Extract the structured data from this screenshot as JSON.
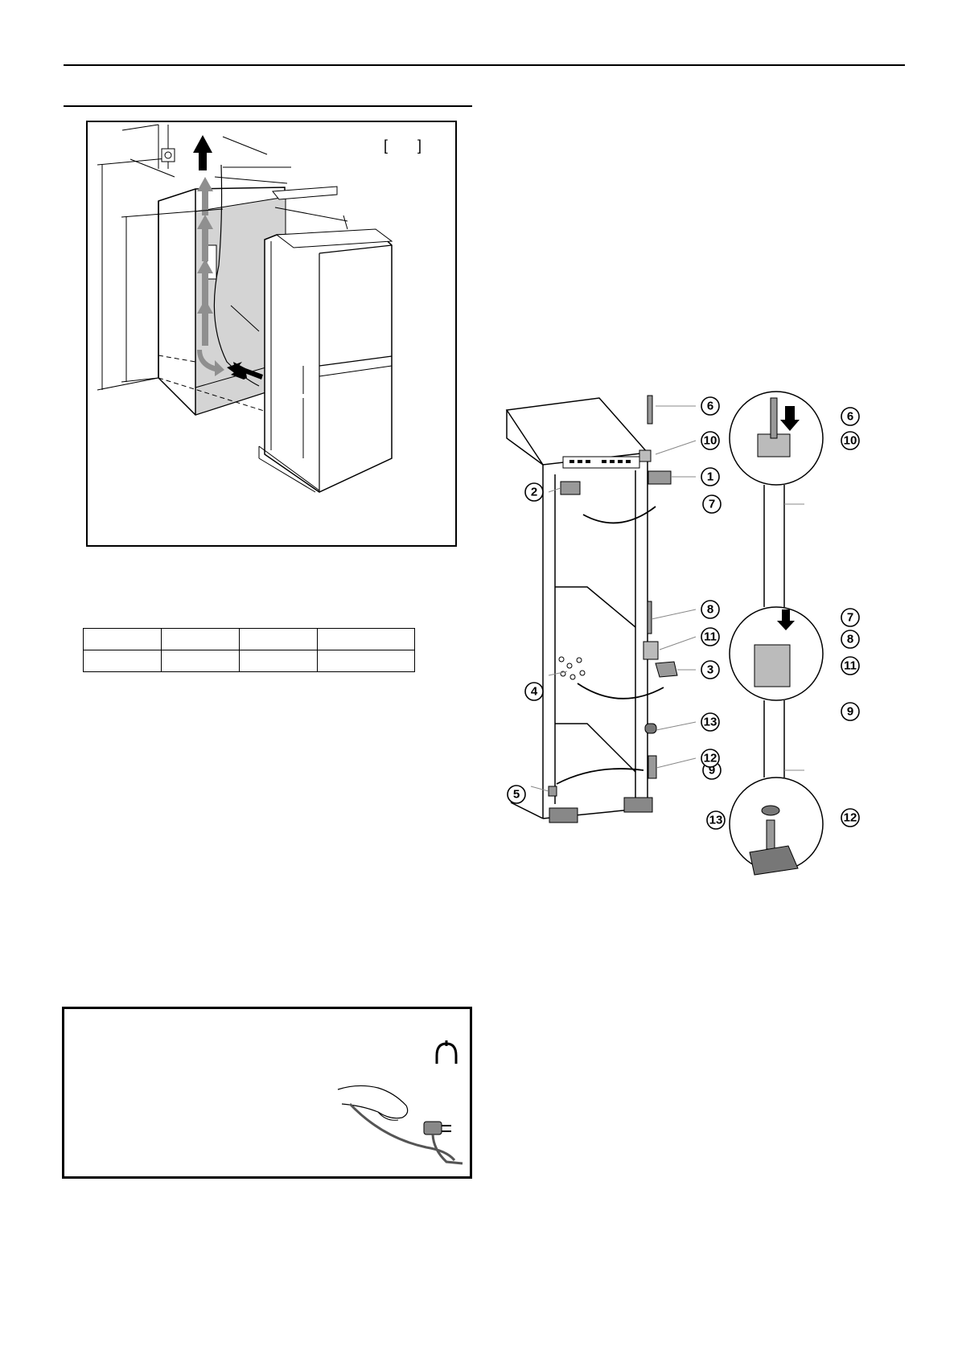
{
  "figure_installation": {
    "unit_bracket": "[",
    "unit_bracket_close": "]"
  },
  "dimensions_table": {
    "rows": [
      [
        "",
        "",
        "",
        ""
      ],
      [
        "",
        "",
        "",
        ""
      ]
    ]
  },
  "door_hinge_figure": {
    "callouts": [
      "1",
      "2",
      "3",
      "4",
      "5",
      "6",
      "7",
      "8",
      "9",
      "10",
      "11",
      "12",
      "13"
    ]
  },
  "warning_box": {
    "icon": "plug-symbol-icon"
  }
}
